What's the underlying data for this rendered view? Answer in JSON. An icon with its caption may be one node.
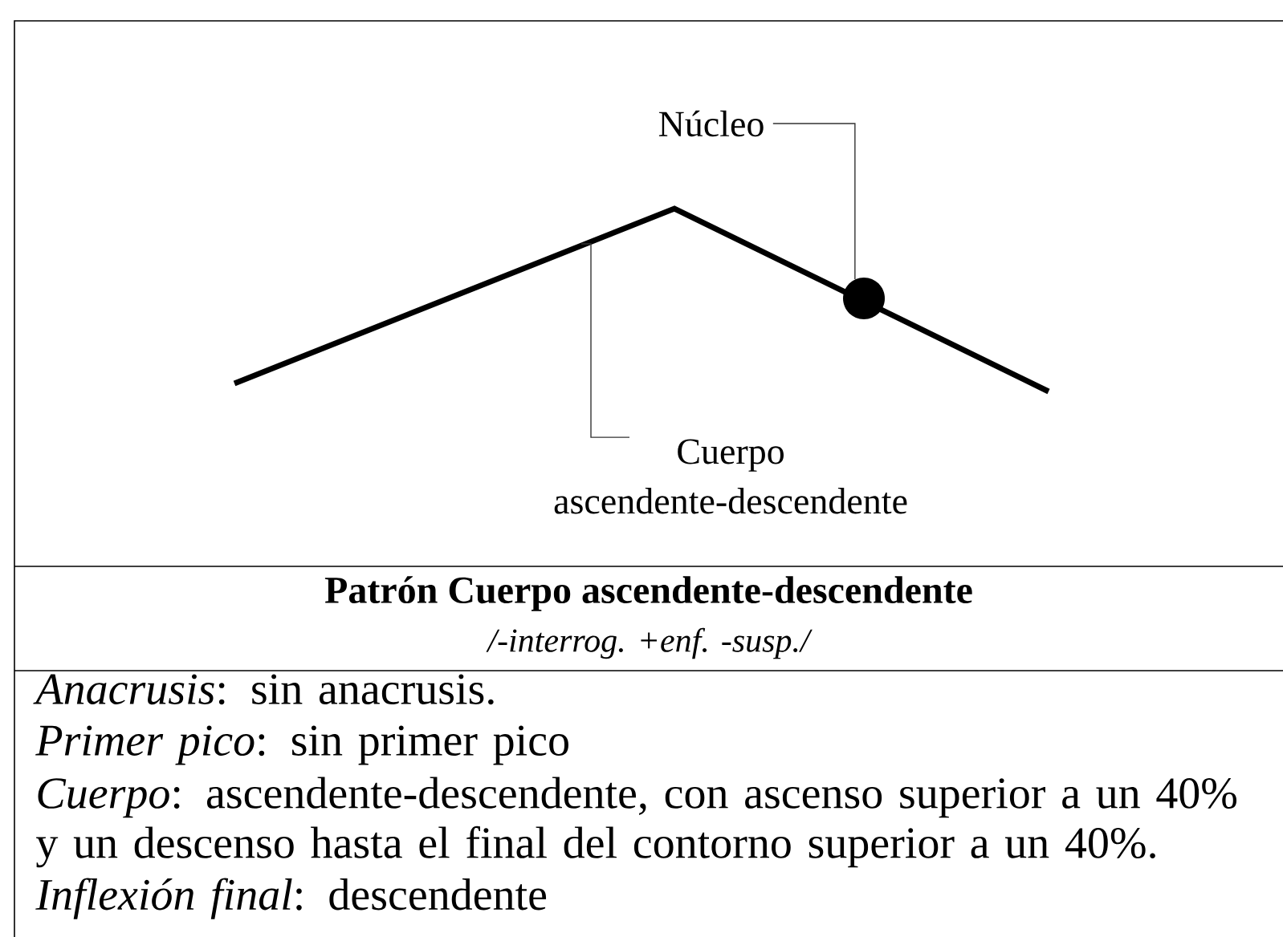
{
  "diagram": {
    "title": "Patrón Cuerpo ascendente-descendente",
    "nodes": [
      {
        "text": [
          "Núcleo"
        ]
      },
      {
        "text": [],
        "shape": "circle"
      },
      {
        "text": [
          "Cuerpo ascendente-descendente"
        ]
      }
    ],
    "edges": [
      {
        "from": 0,
        "to": 1,
        "arrow": "none"
      },
      {
        "from": 2,
        "to": null,
        "arrow": "none"
      }
    ],
    "labels": [
      "/-interrog. +enf. -susp./",
      "*Anacrusis*: sin anacrusis.",
      "*Primer pico*: sin primer pico",
      "*Cuerpo*: ascendente-descendente, con ascenso superior a un 40% y un descenso hasta el final del contorno superior a un 40%.",
      "*Inflexión final*: descendente"
    ]
  }
}
